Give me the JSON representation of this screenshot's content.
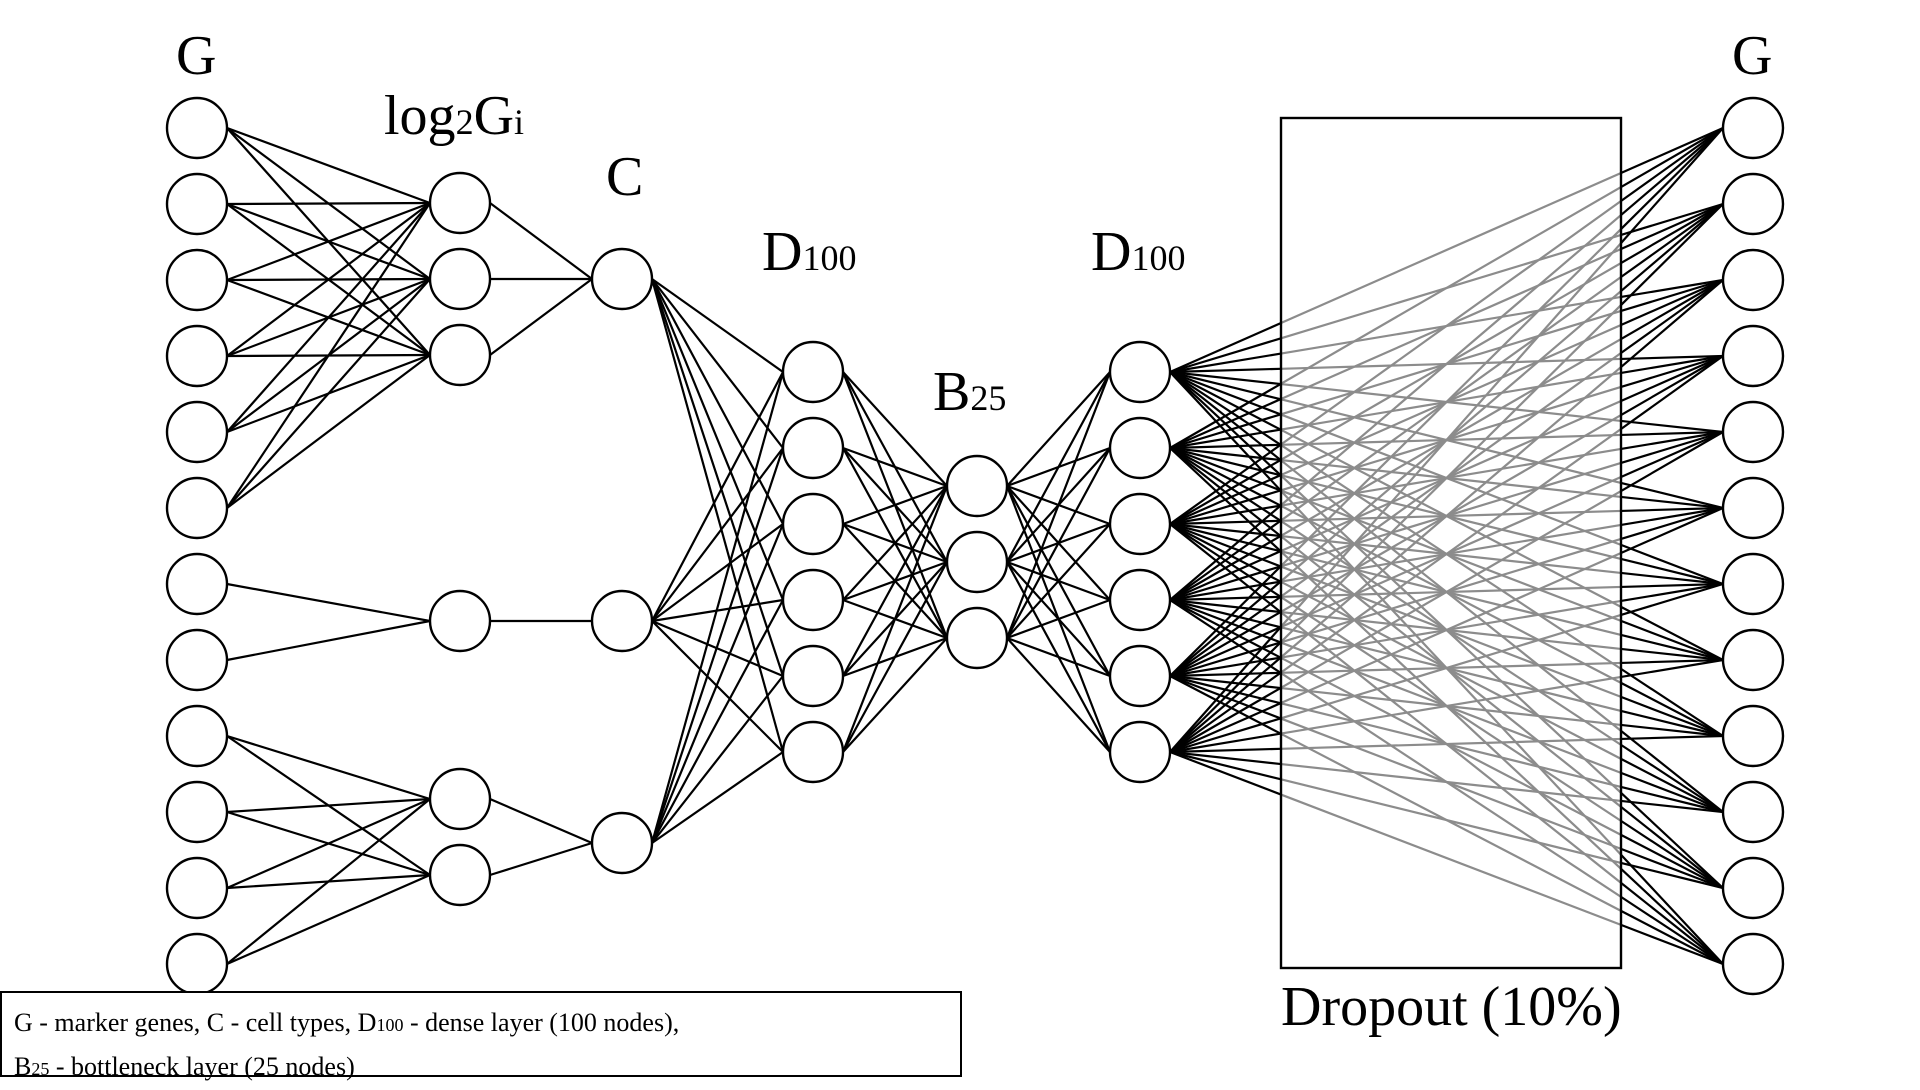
{
  "labels": {
    "input_g": "G",
    "log_main": "log",
    "log_sub": "2",
    "log_g": "G",
    "log_i": "i",
    "c": "C",
    "d1_main": "D",
    "d1_sub": "100",
    "b_main": "B",
    "b_sub": "25",
    "d2_main": "D",
    "d2_sub": "100",
    "output_g": "G",
    "dropout": "Dropout (10%)"
  },
  "legend": {
    "line1_pre": "G - marker genes, C - cell types, D",
    "line1_sub": "100",
    "line1_post": " - dense layer (100 nodes),",
    "line2_pre": "B",
    "line2_sub": "25",
    "line2_post": " - bottleneck layer (25 nodes)"
  },
  "network": {
    "input_nodes": 12,
    "log_groups": [
      [
        0,
        1,
        2,
        3,
        4,
        5
      ],
      [
        6,
        7
      ],
      [
        8,
        9,
        10,
        11
      ]
    ],
    "log_nodes_per_group": [
      3,
      1,
      2
    ],
    "c_nodes": 3,
    "dense1_nodes": 6,
    "bottleneck_nodes": 3,
    "dense2_nodes": 6,
    "output_nodes": 12,
    "edge_color": "#000000",
    "dropout_edge_color": "#8c8c8c"
  }
}
